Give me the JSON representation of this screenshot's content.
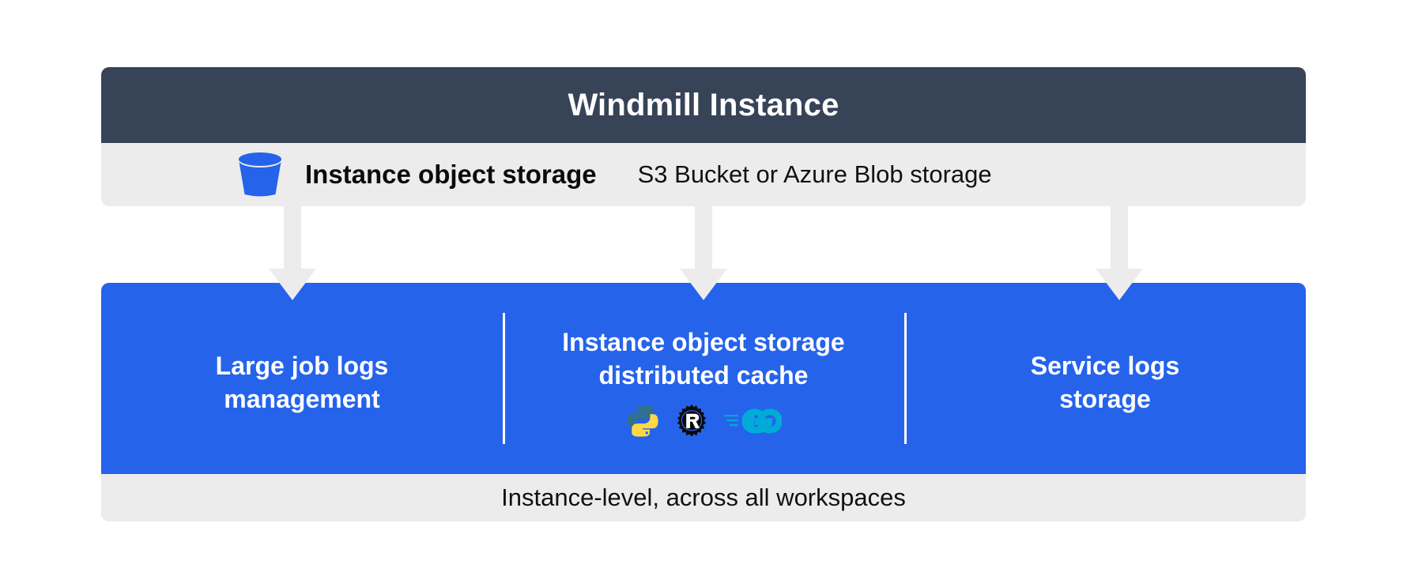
{
  "header": {
    "title": "Windmill Instance",
    "background_color": "#374357",
    "text_color": "#ffffff"
  },
  "storage_row": {
    "icon": "s3-bucket-icon",
    "label": "Instance object storage",
    "sublabel": "S3 Bucket or Azure Blob storage",
    "background_color": "#ececec"
  },
  "features": {
    "background_color": "#2563eb",
    "columns": [
      {
        "title": "Large job logs\nmanagement",
        "icons": []
      },
      {
        "title": "Instance object storage\ndistributed cache",
        "icons": [
          "python-logo-icon",
          "rust-logo-icon",
          "go-logo-icon"
        ]
      },
      {
        "title": "Service logs\nstorage",
        "icons": []
      }
    ]
  },
  "footer": {
    "text": "Instance-level, across all workspaces",
    "background_color": "#ececec"
  },
  "connectors": {
    "color": "#ececec",
    "count": 3
  }
}
